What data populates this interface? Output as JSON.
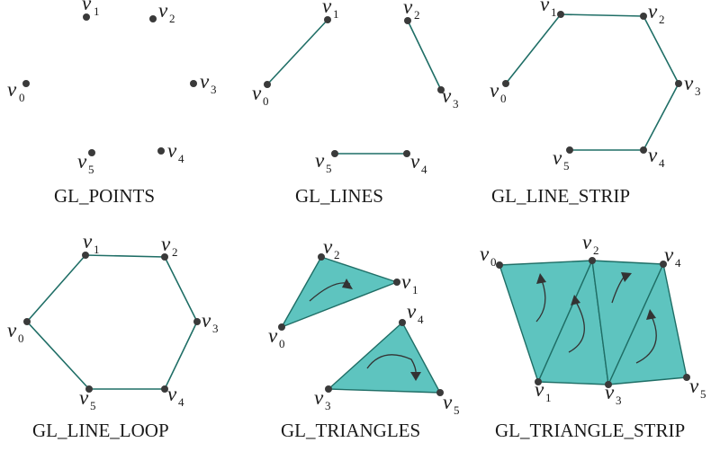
{
  "colors": {
    "fill": "#5ec4bf",
    "edge": "#1f6e66",
    "vertex": "#3a3a3a",
    "text": "#1a1a1a"
  },
  "vertex_symbol": "v",
  "panels": [
    {
      "caption": "GL_POINTS",
      "vertices": [
        {
          "index": "0"
        },
        {
          "index": "1"
        },
        {
          "index": "2"
        },
        {
          "index": "3"
        },
        {
          "index": "4"
        },
        {
          "index": "5"
        }
      ]
    },
    {
      "caption": "GL_LINES",
      "vertices": [
        {
          "index": "0"
        },
        {
          "index": "1"
        },
        {
          "index": "2"
        },
        {
          "index": "3"
        },
        {
          "index": "4"
        },
        {
          "index": "5"
        }
      ]
    },
    {
      "caption": "GL_LINE_STRIP",
      "vertices": [
        {
          "index": "0"
        },
        {
          "index": "1"
        },
        {
          "index": "2"
        },
        {
          "index": "3"
        },
        {
          "index": "4"
        },
        {
          "index": "5"
        }
      ]
    },
    {
      "caption": "GL_LINE_LOOP",
      "vertices": [
        {
          "index": "0"
        },
        {
          "index": "1"
        },
        {
          "index": "2"
        },
        {
          "index": "3"
        },
        {
          "index": "4"
        },
        {
          "index": "5"
        }
      ]
    },
    {
      "caption": "GL_TRIANGLES",
      "vertices": [
        {
          "index": "0"
        },
        {
          "index": "1"
        },
        {
          "index": "2"
        },
        {
          "index": "3"
        },
        {
          "index": "4"
        },
        {
          "index": "5"
        }
      ]
    },
    {
      "caption": "GL_TRIANGLE_STRIP",
      "vertices": [
        {
          "index": "0"
        },
        {
          "index": "1"
        },
        {
          "index": "2"
        },
        {
          "index": "3"
        },
        {
          "index": "4"
        },
        {
          "index": "5"
        }
      ]
    }
  ]
}
